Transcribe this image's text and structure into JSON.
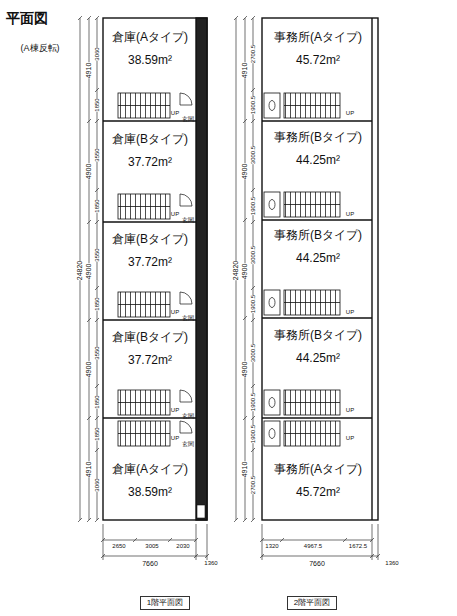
{
  "diagram": {
    "title": "平面図",
    "nodes": [
      {
        "text": [
          "倉庫(Aタイプ)",
          "38.59m²"
        ]
      },
      {
        "text": [
          "倉庫(Bタイプ)",
          "37.72m²"
        ]
      },
      {
        "text": [
          "倉庫(Bタイプ)",
          "37.72m²"
        ]
      },
      {
        "text": [
          "倉庫(Bタイプ)",
          "37.72m²"
        ]
      },
      {
        "text": [
          "倉庫(Aタイプ)",
          "38.59m²"
        ]
      },
      {
        "text": [
          "事務所(Aタイプ)",
          "45.72m²"
        ]
      },
      {
        "text": [
          "事務所(Bタイプ)",
          "44.25m²"
        ]
      },
      {
        "text": [
          "事務所(Bタイプ)",
          "44.25m²"
        ]
      },
      {
        "text": [
          "事務所(Bタイプ)",
          "44.25m²"
        ]
      },
      {
        "text": [
          "事務所(Aタイプ)",
          "45.72m²"
        ]
      }
    ],
    "labels": [
      "(A棟反転)",
      "24820",
      "4910",
      "4900",
      "4900",
      "4900",
      "4910",
      "3060",
      "1850",
      "3550",
      "1850",
      "3550",
      "1850",
      "3550",
      "1850",
      "1850",
      "3060",
      "24820",
      "4910",
      "4900",
      "4900",
      "4900",
      "4910",
      "2700.5",
      "1900.5",
      "3000.5",
      "1900.5",
      "3000.5",
      "1900.5",
      "3000.5",
      "1900.5",
      "1900.5",
      "2700.5",
      "2650",
      "3005",
      "2030",
      "7660",
      "1360",
      "1320",
      "4967.5",
      "1672.5",
      "7660",
      "1360",
      "1階平面図",
      "2階平面図",
      "UP",
      "玄関",
      "UP",
      "玄関",
      "UP",
      "玄関",
      "UP",
      "玄関",
      "UP",
      "玄関",
      "UP",
      "UP",
      "UP",
      "UP",
      "UP"
    ]
  }
}
